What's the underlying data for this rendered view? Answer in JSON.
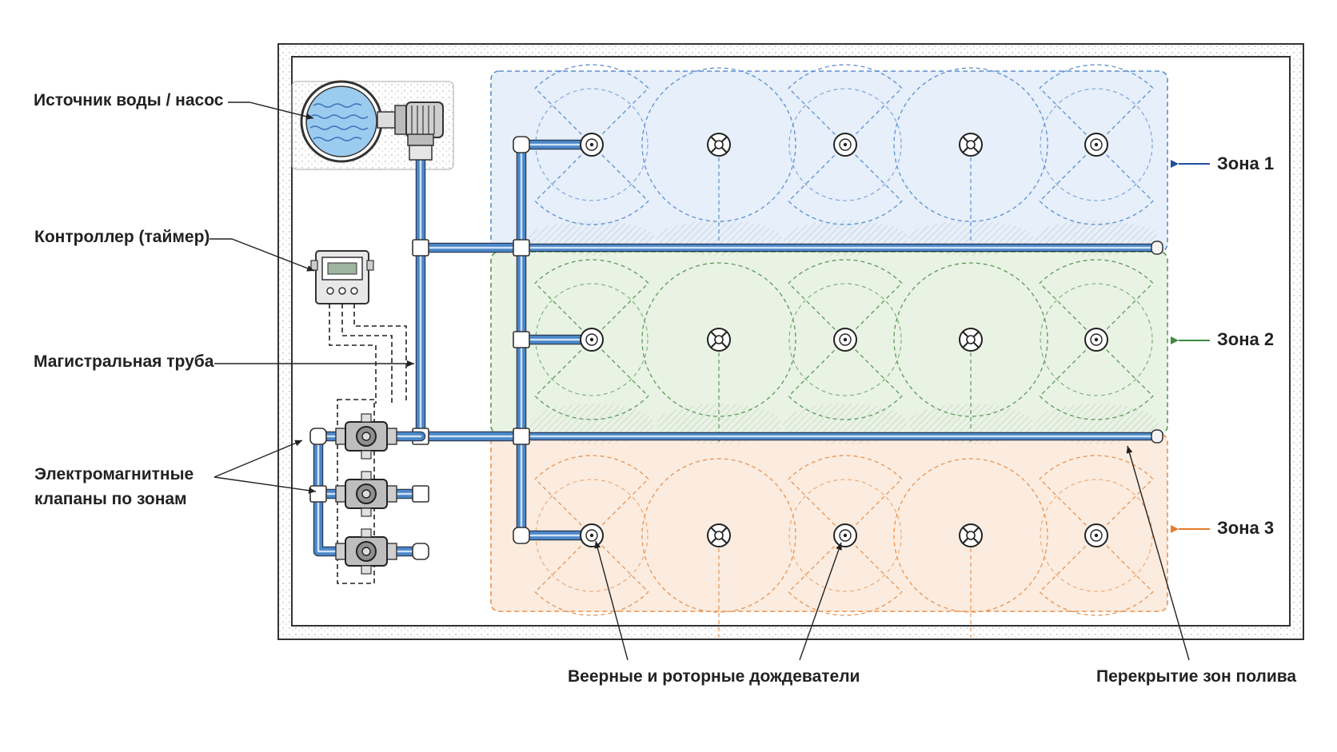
{
  "labels": {
    "water_source": "Источник воды / насос",
    "controller": "Контроллер (таймер)",
    "main_pipe": "Магистральная труба",
    "valves_line1": "Электромагнитные",
    "valves_line2": "клапаны по зонам",
    "sprinklers": "Веерные и роторные дождеватели",
    "overlap": "Перекрытие зон полива"
  },
  "zones": [
    {
      "label": "Зона 1",
      "color": "#1f4e9c",
      "fill": "#e6effa",
      "stroke": "#5b8fd0"
    },
    {
      "label": "Зона 2",
      "color": "#3f8a3f",
      "fill": "#e9f3e4",
      "stroke": "#5a9a55"
    },
    {
      "label": "Зона 3",
      "color": "#e87a2a",
      "fill": "#fcece0",
      "stroke": "#e89350"
    }
  ],
  "colors": {
    "pipe": "#4a86c8",
    "pipe_dark": "#1f4e9c",
    "frame": "#333333",
    "leader": "#222222"
  }
}
